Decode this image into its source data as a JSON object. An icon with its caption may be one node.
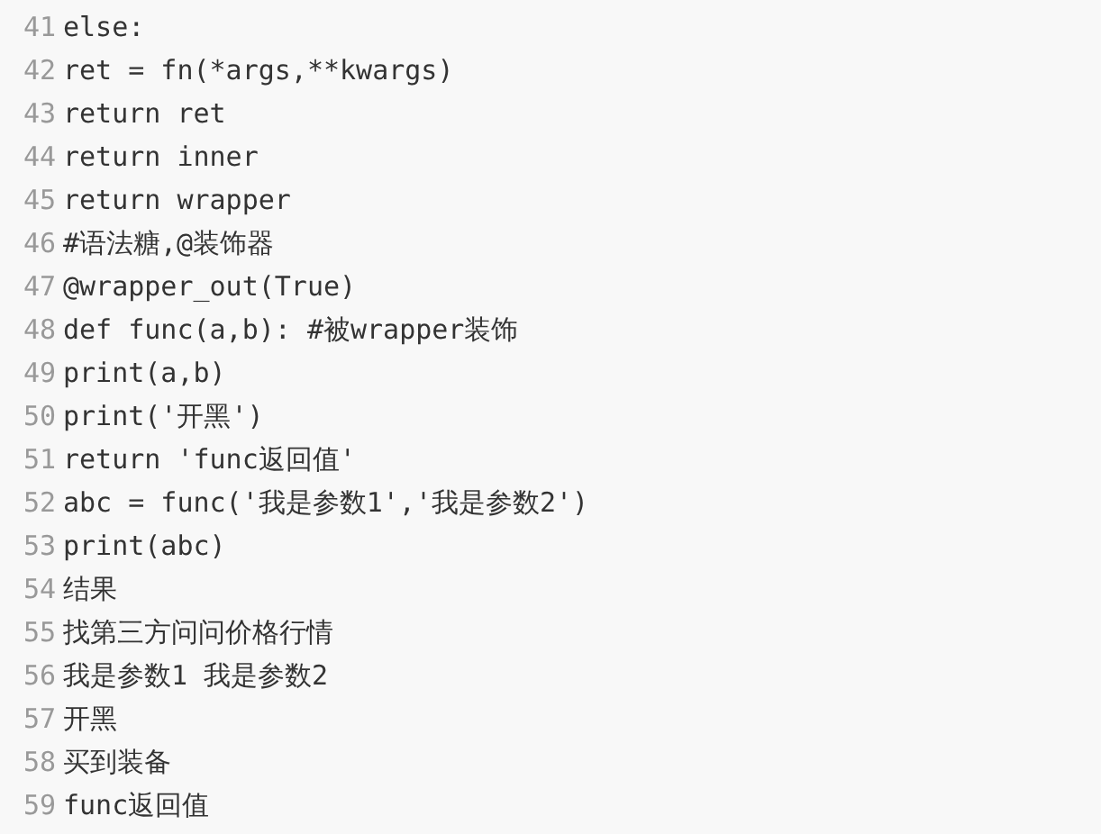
{
  "diagram": {
    "labels": [
      "41",
      "else:",
      "42",
      "ret = fn(*args,**kwargs)",
      "43",
      "return ret",
      "44",
      "return inner",
      "45",
      "return wrapper",
      "46",
      "#语法糖,@装饰器",
      "47",
      "@wrapper_out(True)",
      "48",
      "def func(a,b): #被wrapper装饰",
      "49",
      "print(a,b)",
      "50",
      "print('开黑')",
      "51",
      "return 'func返回值'",
      "52",
      "abc = func('我是参数1','我是参数2')",
      "53",
      "print(abc)",
      "54",
      "结果",
      "55",
      "找第三方问问价格行情",
      "56",
      "我是参数1 我是参数2",
      "57",
      "开黑",
      "58",
      "买到装备",
      "59",
      "func返回值"
    ]
  }
}
